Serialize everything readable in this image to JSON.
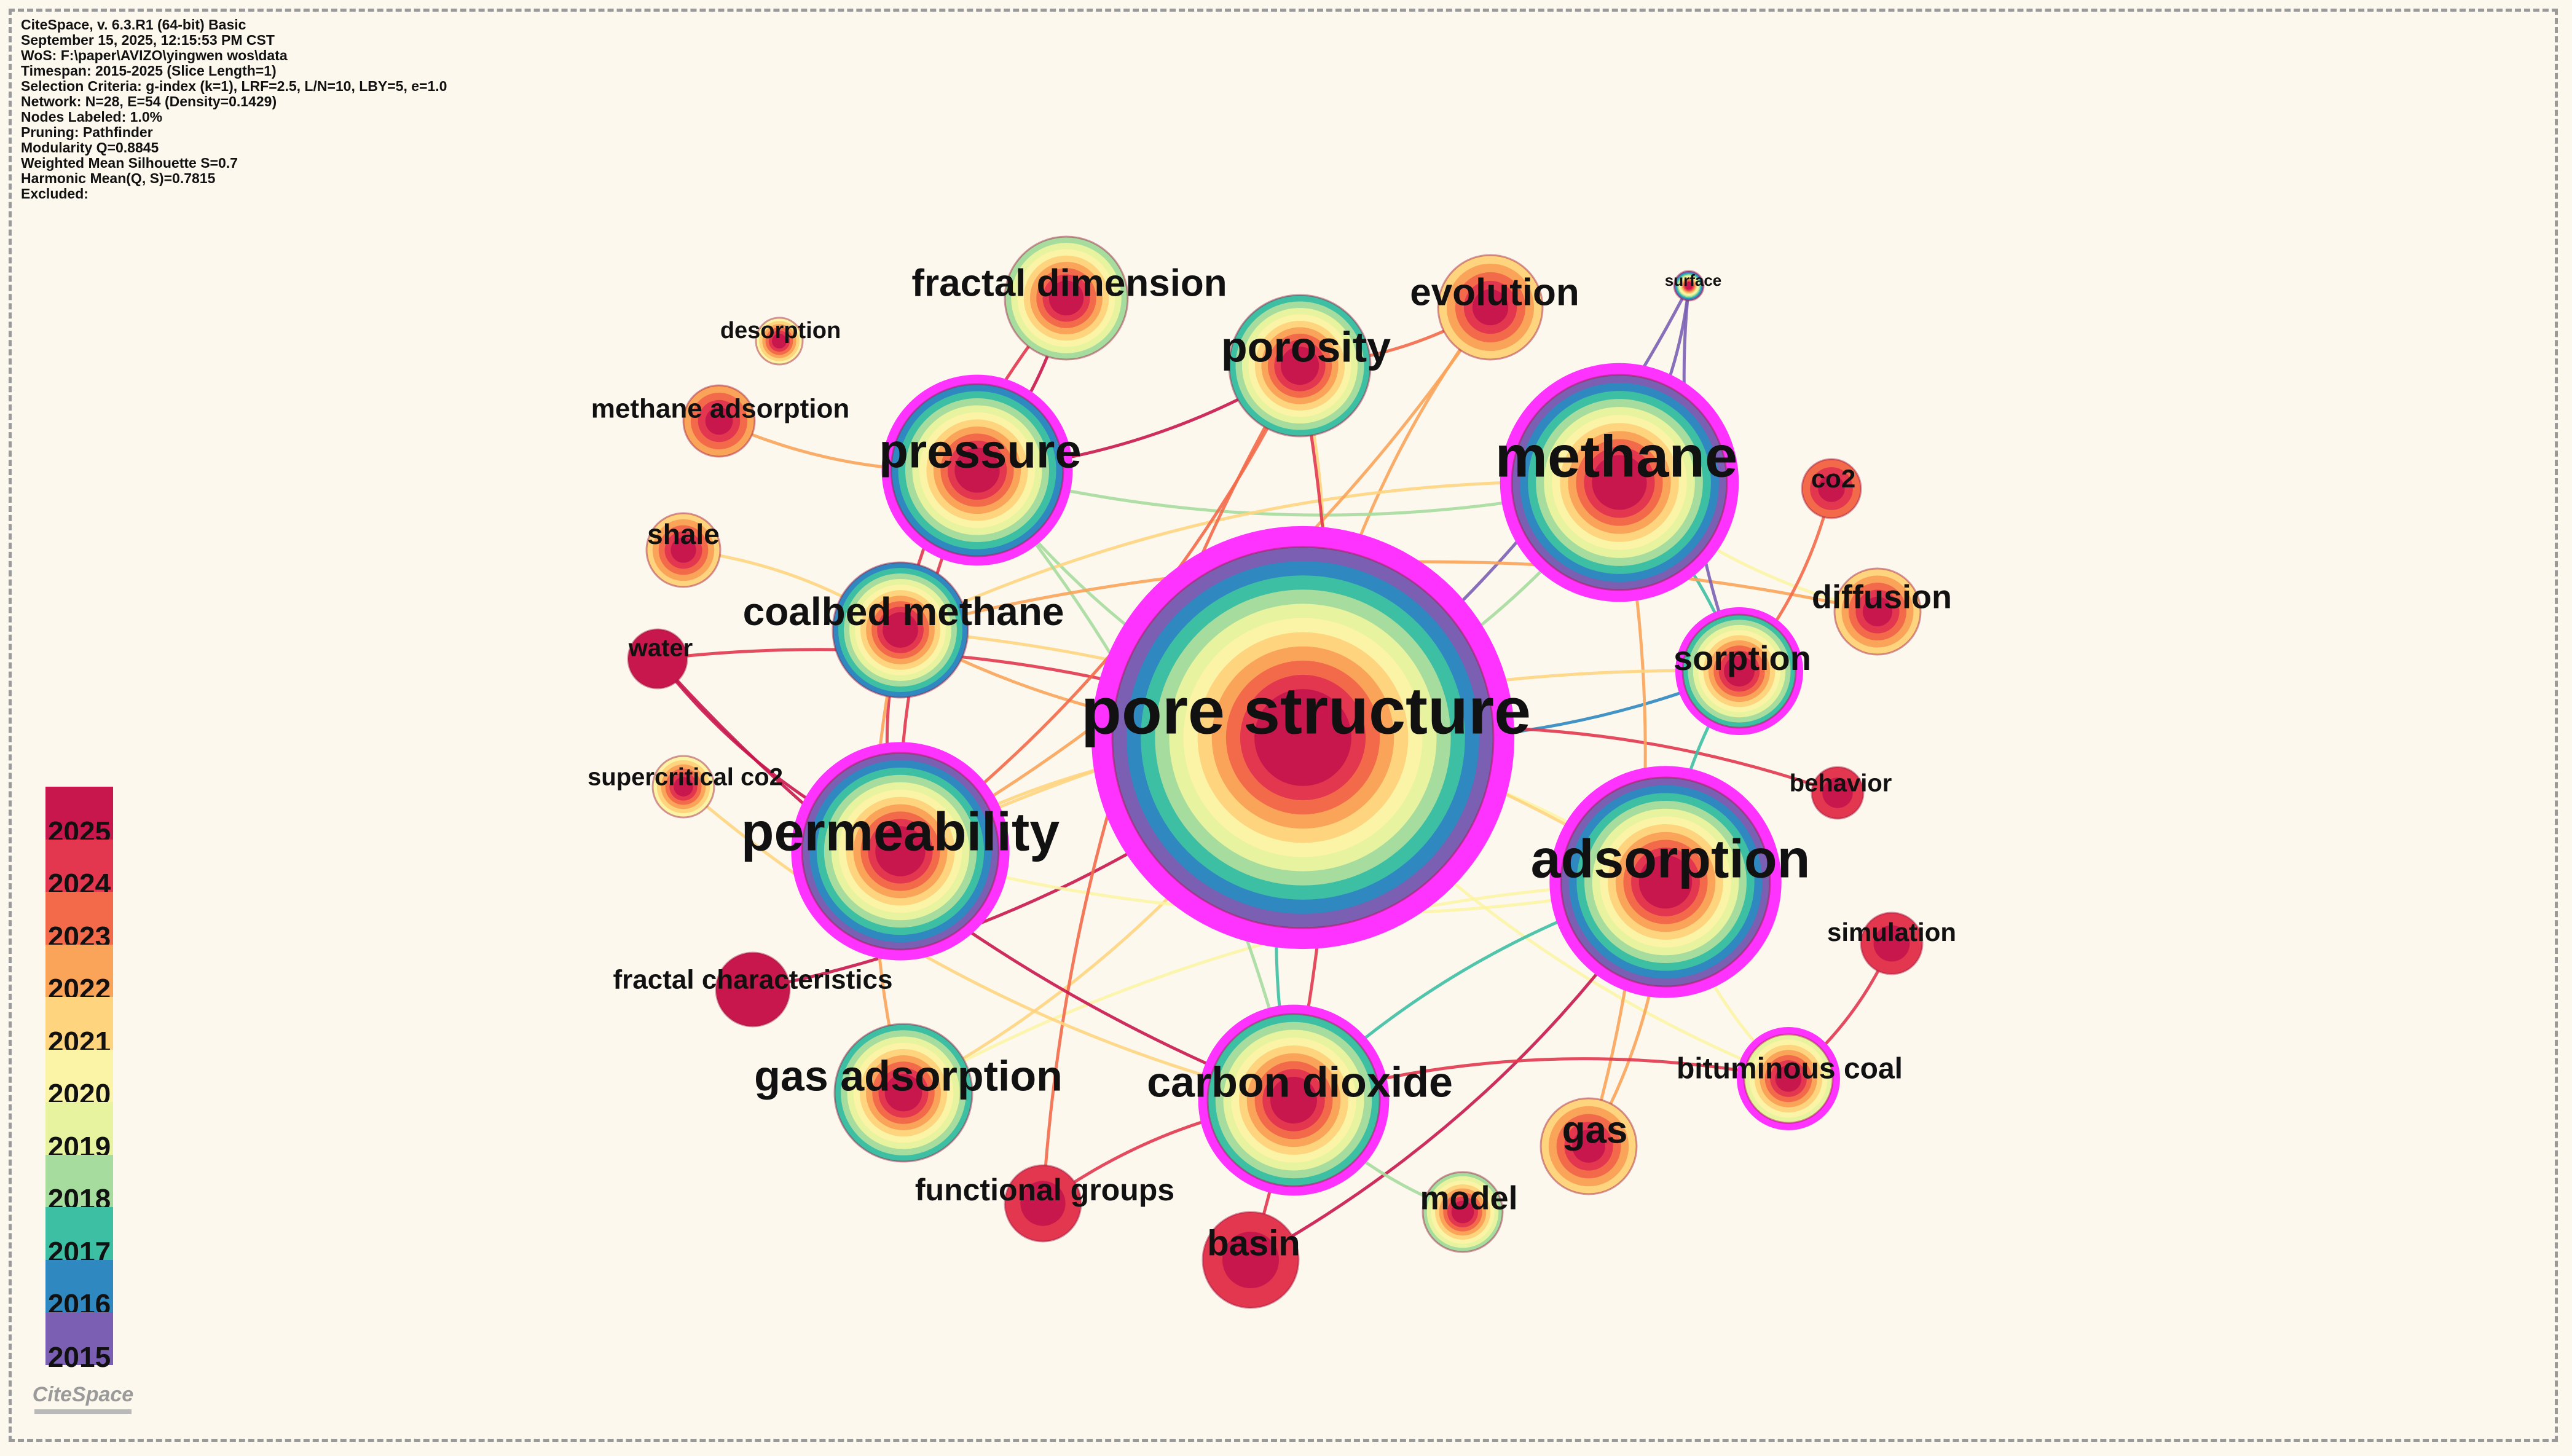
{
  "header": {
    "lines": [
      "CiteSpace, v. 6.3.R1 (64-bit) Basic",
      "September 15, 2025, 12:15:53 PM CST",
      "WoS: F:\\paper\\AVIZO\\yingwen wos\\data",
      "Timespan: 2015-2025 (Slice Length=1)",
      "Selection Criteria: g-index (k=1), LRF=2.5, L/N=10, LBY=5, e=1.0",
      "Network: N=28, E=54 (Density=0.1429)",
      "Nodes Labeled: 1.0%",
      "Pruning: Pathfinder",
      "Modularity Q=0.8845",
      "Weighted Mean Silhouette S=0.7",
      "Harmonic Mean(Q, S)=0.7815",
      "Excluded:"
    ]
  },
  "legend": {
    "years": [
      {
        "year": "2025",
        "color": "#c8174c"
      },
      {
        "year": "2024",
        "color": "#e2374f"
      },
      {
        "year": "2023",
        "color": "#f36a4a"
      },
      {
        "year": "2022",
        "color": "#faa45a"
      },
      {
        "year": "2021",
        "color": "#fed47f"
      },
      {
        "year": "2020",
        "color": "#fbf4a6"
      },
      {
        "year": "2019",
        "color": "#e7f39e"
      },
      {
        "year": "2018",
        "color": "#a6dc9d"
      },
      {
        "year": "2017",
        "color": "#3dbfa3"
      },
      {
        "year": "2016",
        "color": "#2f88c0"
      },
      {
        "year": "2015",
        "color": "#7a5fb2"
      }
    ]
  },
  "logo": {
    "text": "CiteSpace"
  },
  "colors": {
    "background": "#fdf8ee",
    "centrality_ring": "#ff33ff",
    "ring_2025": "#c8174c",
    "ring_2015": "#7a5fb2"
  },
  "network": {
    "nodes": [
      {
        "id": "pore_structure",
        "label": "pore structure",
        "start": 2015,
        "magenta": true
      },
      {
        "id": "methane",
        "label": "methane",
        "start": 2015,
        "magenta": true
      },
      {
        "id": "adsorption",
        "label": "adsorption",
        "start": 2015,
        "magenta": true
      },
      {
        "id": "permeability",
        "label": "permeability",
        "start": 2015,
        "magenta": true
      },
      {
        "id": "pressure",
        "label": "pressure",
        "start": 2016,
        "magenta": true
      },
      {
        "id": "carbon_dioxide",
        "label": "carbon dioxide",
        "start": 2017,
        "magenta": true
      },
      {
        "id": "coalbed_methane",
        "label": "coalbed methane",
        "start": 2016,
        "magenta": false
      },
      {
        "id": "porosity",
        "label": "porosity",
        "start": 2017,
        "magenta": false
      },
      {
        "id": "fractal_dimension",
        "label": "fractal dimension",
        "start": 2018,
        "magenta": false
      },
      {
        "id": "gas_adsorption",
        "label": "gas adsorption",
        "start": 2017,
        "magenta": false
      },
      {
        "id": "sorption",
        "label": "sorption",
        "start": 2017,
        "magenta": true
      },
      {
        "id": "evolution",
        "label": "evolution",
        "start": 2021,
        "magenta": false
      },
      {
        "id": "bituminous_coal",
        "label": "bituminous coal",
        "start": 2019,
        "magenta": true
      },
      {
        "id": "diffusion",
        "label": "diffusion",
        "start": 2021,
        "magenta": false
      },
      {
        "id": "gas",
        "label": "gas",
        "start": 2021,
        "magenta": false
      },
      {
        "id": "model",
        "label": "model",
        "start": 2018,
        "magenta": false
      },
      {
        "id": "basin",
        "label": "basin",
        "start": 2024,
        "magenta": false
      },
      {
        "id": "functional_groups",
        "label": "functional groups",
        "start": 2024,
        "magenta": false
      },
      {
        "id": "fractal_characteristics",
        "label": "fractal characteristics",
        "start": 2025,
        "magenta": false
      },
      {
        "id": "shale",
        "label": "shale",
        "start": 2021,
        "magenta": false
      },
      {
        "id": "methane_adsorption",
        "label": "methane adsorption",
        "start": 2022,
        "magenta": false
      },
      {
        "id": "desorption",
        "label": "desorption",
        "start": 2020,
        "magenta": false
      },
      {
        "id": "supercritical_co2",
        "label": "supercritical co2",
        "start": 2020,
        "magenta": false
      },
      {
        "id": "water",
        "label": "water",
        "start": 2025,
        "magenta": false
      },
      {
        "id": "co2",
        "label": "co2",
        "start": 2023,
        "magenta": false
      },
      {
        "id": "behavior",
        "label": "behavior",
        "start": 2024,
        "magenta": false
      },
      {
        "id": "simulation",
        "label": "simulation",
        "start": 2024,
        "magenta": false
      },
      {
        "id": "surface",
        "label": "surface",
        "start": 2015,
        "magenta": false
      }
    ],
    "edges": [
      [
        "pore_structure",
        "methane",
        2018
      ],
      [
        "pore_structure",
        "adsorption",
        2020
      ],
      [
        "pore_structure",
        "permeability",
        2021
      ],
      [
        "pore_structure",
        "pressure",
        2018
      ],
      [
        "pore_structure",
        "carbon_dioxide",
        2017
      ],
      [
        "pore_structure",
        "coalbed_methane",
        2022
      ],
      [
        "pore_structure",
        "porosity",
        2021
      ],
      [
        "pore_structure",
        "gas_adsorption",
        2021
      ],
      [
        "pore_structure",
        "sorption",
        2016
      ],
      [
        "pore_structure",
        "evolution",
        2022
      ],
      [
        "pore_structure",
        "bituminous_coal",
        2020
      ],
      [
        "pore_structure",
        "behavior",
        2024
      ],
      [
        "pore_structure",
        "surface",
        2015
      ],
      [
        "pore_structure",
        "fractal_characteristics",
        2025
      ],
      [
        "pore_structure",
        "water",
        2024
      ],
      [
        "methane",
        "sorption",
        2017
      ],
      [
        "methane",
        "diffusion",
        2020
      ],
      [
        "methane",
        "pressure",
        2018
      ],
      [
        "methane",
        "coalbed_methane",
        2021
      ],
      [
        "methane",
        "gas",
        2022
      ],
      [
        "methane",
        "surface",
        2015
      ],
      [
        "adsorption",
        "sorption",
        2017
      ],
      [
        "adsorption",
        "carbon_dioxide",
        2017
      ],
      [
        "adsorption",
        "basin",
        2025
      ],
      [
        "adsorption",
        "gas_adsorption",
        2020
      ],
      [
        "adsorption",
        "permeability",
        2020
      ],
      [
        "adsorption",
        "coalbed_methane",
        2021
      ],
      [
        "adsorption",
        "gas",
        2022
      ],
      [
        "adsorption",
        "bituminous_coal",
        2020
      ],
      [
        "permeability",
        "pressure",
        2024
      ],
      [
        "permeability",
        "porosity",
        2023
      ],
      [
        "permeability",
        "coalbed_methane",
        2024
      ],
      [
        "permeability",
        "evolution",
        2022
      ],
      [
        "permeability",
        "sorption",
        2021
      ],
      [
        "pressure",
        "porosity",
        2025
      ],
      [
        "pressure",
        "carbon_dioxide",
        2018
      ],
      [
        "pressure",
        "fractal_dimension",
        2025
      ],
      [
        "pressure",
        "methane_adsorption",
        2022
      ],
      [
        "coalbed_methane",
        "shale",
        2021
      ],
      [
        "coalbed_methane",
        "fractal_dimension",
        2024
      ],
      [
        "coalbed_methane",
        "gas_adsorption",
        2022
      ],
      [
        "coalbed_methane",
        "diffusion",
        2022
      ],
      [
        "porosity",
        "evolution",
        2023
      ],
      [
        "porosity",
        "basin",
        2024
      ],
      [
        "porosity",
        "functional_groups",
        2023
      ],
      [
        "carbon_dioxide",
        "water",
        2025
      ],
      [
        "carbon_dioxide",
        "model",
        2018
      ],
      [
        "carbon_dioxide",
        "bituminous_coal",
        2024
      ],
      [
        "carbon_dioxide",
        "functional_groups",
        2024
      ],
      [
        "carbon_dioxide",
        "supercritical_co2",
        2021
      ],
      [
        "sorption",
        "co2",
        2023
      ],
      [
        "sorption",
        "surface",
        2015
      ],
      [
        "bituminous_coal",
        "simulation",
        2024
      ],
      [
        "permeability",
        "water",
        2025
      ]
    ]
  }
}
